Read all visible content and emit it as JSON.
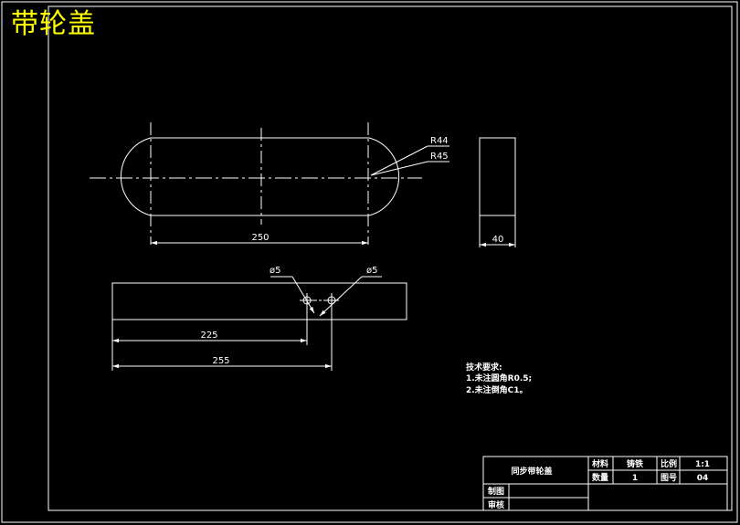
{
  "drawing": {
    "title": "带轮盖",
    "colors": {
      "background": "#000000",
      "line": "#ffffff",
      "title": "#ffff00"
    }
  },
  "dimensions": {
    "width_250": "250",
    "thickness_40": "40",
    "radius_r44": "R44",
    "radius_r45": "R45",
    "hole_left": "ø5",
    "hole_right": "ø5",
    "hole_dist_225": "225",
    "hole_dist_255": "255"
  },
  "notes": {
    "heading": "技术要求:",
    "line1": "1.未注圆角R0.5;",
    "line2": "2.未注倒角C1。"
  },
  "title_block": {
    "part_name": "同步带轮盖",
    "material_label": "材料",
    "material_value": "铸铁",
    "scale_label": "比例",
    "scale_value": "1:1",
    "quantity_label": "数量",
    "quantity_value": "1",
    "drawing_no_label": "图号",
    "drawing_no_value": "04",
    "drawn_label": "制图",
    "checked_label": "审核"
  }
}
